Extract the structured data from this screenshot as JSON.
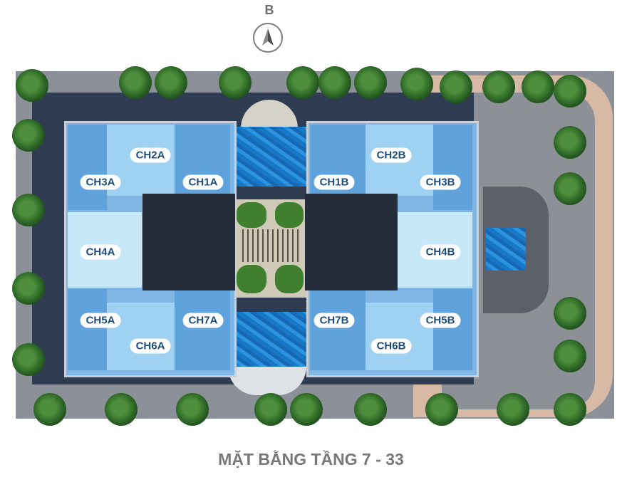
{
  "compass": {
    "letter": "B",
    "icon": "north-arrow-icon"
  },
  "title": "MẶT BẰNG TẦNG 7 - 33",
  "tower_a": {
    "units": [
      {
        "label": "CH1A"
      },
      {
        "label": "CH2A"
      },
      {
        "label": "CH3A"
      },
      {
        "label": "CH4A"
      },
      {
        "label": "CH5A"
      },
      {
        "label": "CH6A"
      },
      {
        "label": "CH7A"
      }
    ]
  },
  "tower_b": {
    "units": [
      {
        "label": "CH1B"
      },
      {
        "label": "CH2B"
      },
      {
        "label": "CH3B"
      },
      {
        "label": "CH4B"
      },
      {
        "label": "CH5B"
      },
      {
        "label": "CH6B"
      },
      {
        "label": "CH7B"
      }
    ]
  },
  "colors": {
    "unit_label_text": "#1c4e7e",
    "pool": "#1878c8",
    "title": "#787878"
  }
}
